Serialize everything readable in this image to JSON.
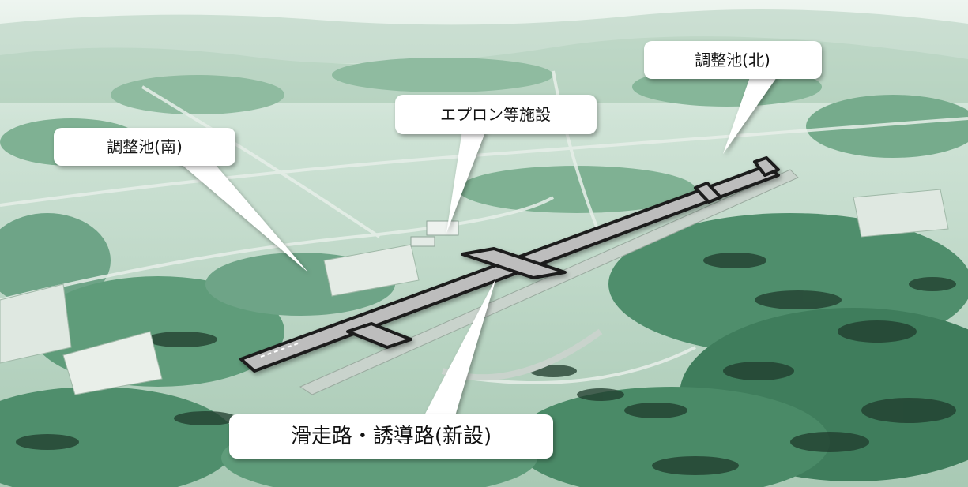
{
  "scene": {
    "description_icon": "aerial-airport-illustration",
    "colors": {
      "terrain_light": "#d8e8dd",
      "terrain_mid": "#a9cdb6",
      "forest": "#5f9c7a",
      "forest_dark": "#2f6b4d",
      "shadow": "#1f3b2c",
      "runway_outline": "#1a1a1a",
      "runway_fill": "#bdbdbd",
      "callout_fill": "#ffffff"
    }
  },
  "callouts": {
    "south_pond": "調整池(南)",
    "apron": "エプロン等施設",
    "north_pond": "調整池(北)",
    "runway": "滑走路・誘導路(新設)"
  }
}
